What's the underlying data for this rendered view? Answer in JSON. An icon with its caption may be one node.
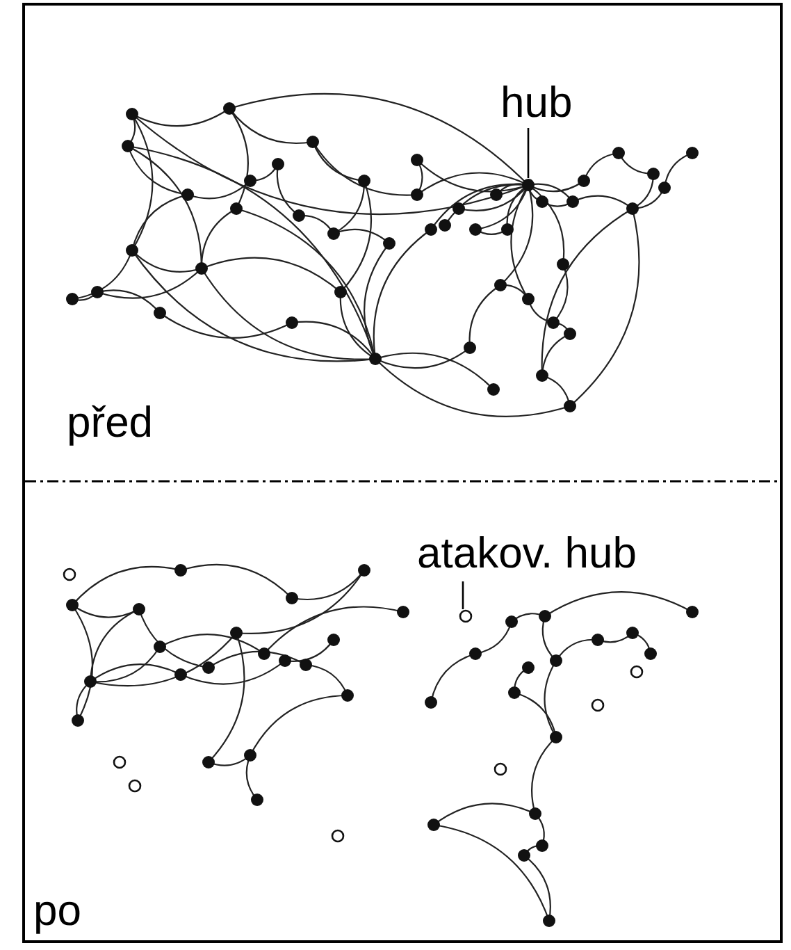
{
  "diagram": {
    "nodes": [
      {
        "text": [
          "hub"
        ]
      },
      {
        "text": [
          "atakov. hub"
        ]
      }
    ],
    "edges": [
      {
        "from": 0,
        "to": null,
        "arrow": "none"
      },
      {
        "from": 1,
        "to": null,
        "arrow": "none"
      }
    ],
    "labels": [
      "před",
      "po"
    ]
  }
}
